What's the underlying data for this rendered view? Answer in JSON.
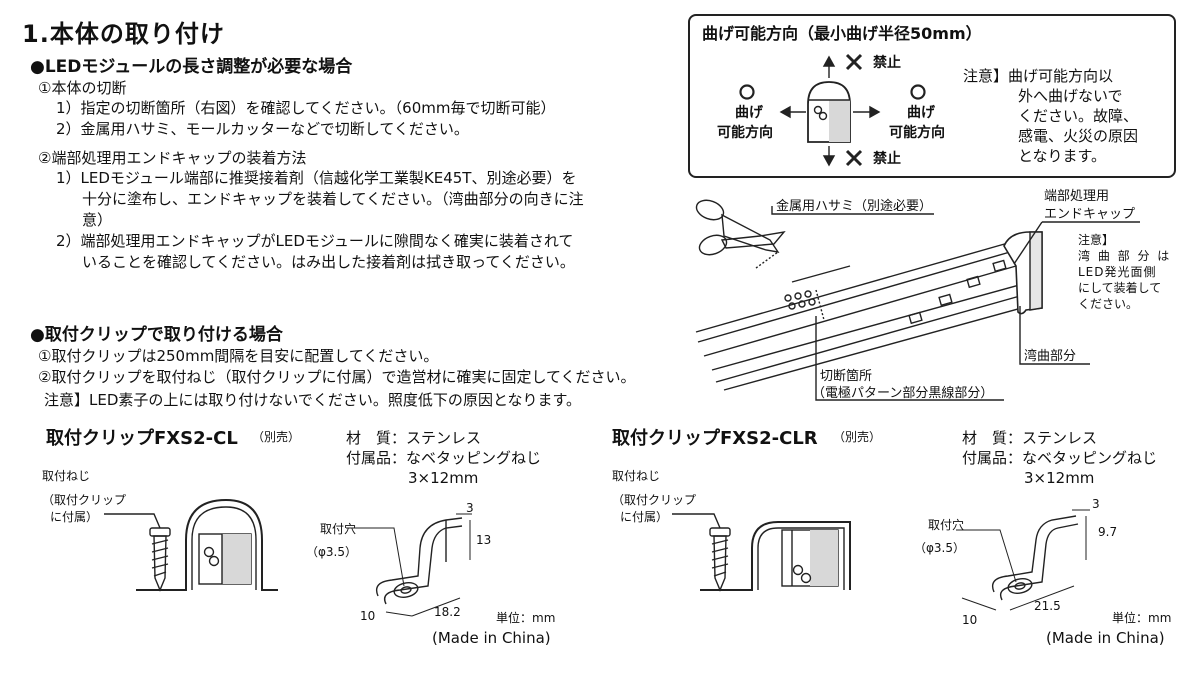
{
  "section": {
    "title": "1.本体の取り付け",
    "adjust_heading": "●LEDモジュールの長さ調整が必要な場合",
    "cut_heading": "①本体の切断",
    "cut_steps": [
      "1）指定の切断箇所（右図）を確認してください。（60mm毎で切断可能）",
      "2）金属用ハサミ、モールカッターなどで切断してください。"
    ],
    "cap_heading": "②端部処理用エンドキャップの装着方法",
    "cap_steps": [
      "1）LEDモジュール端部に推奨接着剤（信越化学工業製KE45T、別途必要）を",
      "十分に塗布し、エンドキャップを装着してください。（湾曲部分の向きに注",
      "意）",
      "2）端部処理用エンドキャップがLEDモジュールに隙間なく確実に装着されて",
      "いることを確認してください。はみ出した接着剤は拭き取ってください。"
    ],
    "clip_heading": "●取付クリップで取り付ける場合",
    "clip_steps": [
      "①取付クリップは250mm間隔を目安に配置してください。",
      "②取付クリップを取付ねじ（取付クリップに付属）で造営材に確実に固定してください。",
      "注意】LED素子の上には取り付けないでください。照度低下の原因となります。"
    ]
  },
  "bend_box": {
    "title": "曲げ可能方向（最小曲げ半径50mm）",
    "prohibited": "禁止",
    "bend_ok_line1": "曲げ",
    "bend_ok_line2": "可能方向",
    "note": [
      "注意】曲げ可能方向以",
      "外へ曲げないで",
      "ください。故障、",
      "感電、火災の原因",
      "となります。"
    ]
  },
  "diagram": {
    "scissors_label": "金属用ハサミ（別途必要）",
    "endcap_label": [
      "端部処理用",
      "エンドキャップ"
    ],
    "endcap_note": [
      "注意】",
      "湾 曲 部 分 は",
      "LED発光面側",
      "にして装着して",
      "ください。"
    ],
    "curved_label": "湾曲部分",
    "cut_label": [
      "切断箇所",
      "（電極パターン部分黒線部分）"
    ]
  },
  "clips": [
    {
      "name": "取付クリップFXS2-CL",
      "sold": "（別売）",
      "material": "材　質：ステンレス",
      "accessory": "付属品：なベタッピングねじ",
      "screw_size": "3×12mm",
      "screw_label": [
        "取付ねじ",
        "（取付クリップ",
        "に付属）"
      ],
      "hole_label": [
        "取付穴",
        "（φ3.5）"
      ],
      "dims": {
        "thickness": "3",
        "height": "13",
        "length": "18.2",
        "width": "10"
      },
      "unit": "単位：mm",
      "origin": "(Made in China)"
    },
    {
      "name": "取付クリップFXS2-CLR",
      "sold": "（別売）",
      "material": "材　質：ステンレス",
      "accessory": "付属品：なベタッピングねじ",
      "screw_size": "3×12mm",
      "screw_label": [
        "取付ねじ",
        "（取付クリップ",
        "に付属）"
      ],
      "hole_label": [
        "取付穴",
        "（φ3.5）"
      ],
      "dims": {
        "thickness": "3",
        "height": "9.7",
        "length": "21.5",
        "width": "10"
      },
      "unit": "単位：mm",
      "origin": "(Made in China)"
    }
  ]
}
